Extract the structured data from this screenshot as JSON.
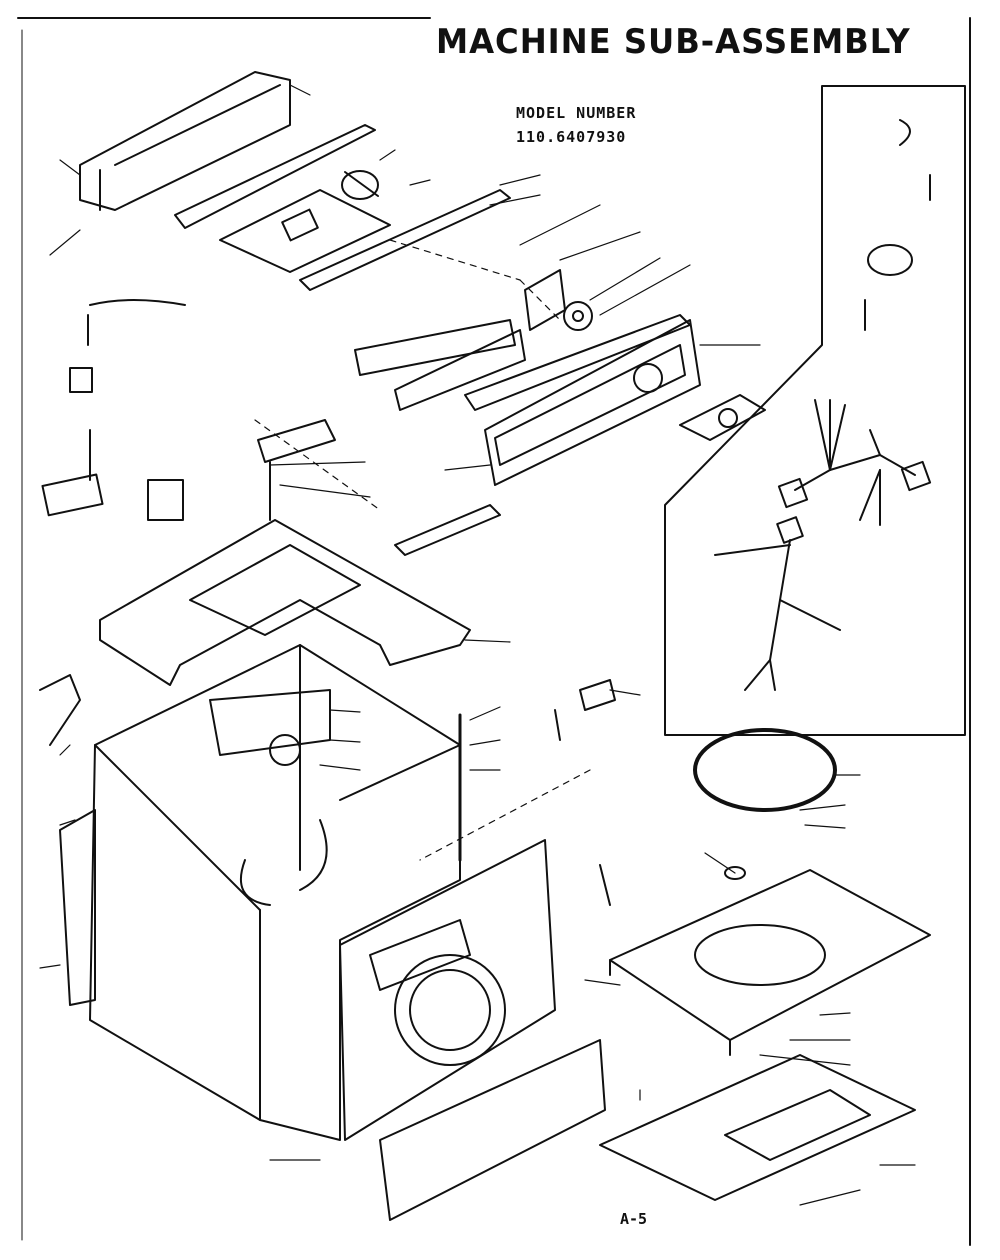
{
  "diagram": {
    "title": "MACHINE SUB-ASSEMBLY",
    "model_label": "MODEL NUMBER",
    "model_number": "110.6407930",
    "page_code": "A-5",
    "ink_color": "#111111",
    "paper_color": "#ffffff"
  }
}
